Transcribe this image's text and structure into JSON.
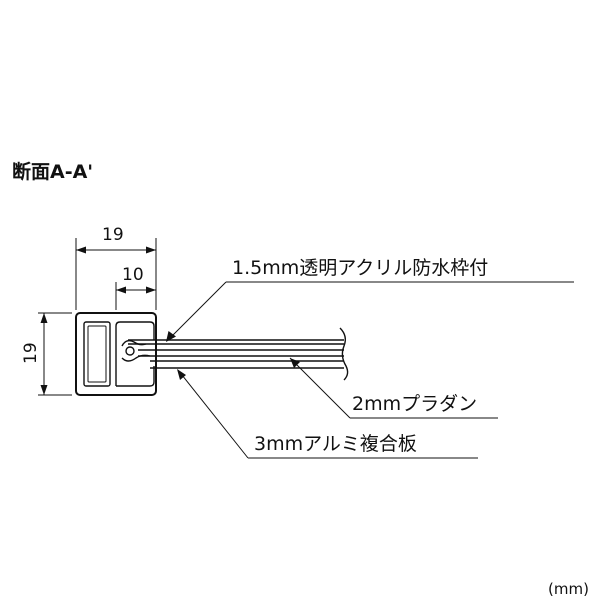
{
  "title": "断面A-A'",
  "dimensions": {
    "width_outer": "19",
    "width_inner": "10",
    "height": "19"
  },
  "callouts": {
    "acrylic": "1.5mm透明アクリル防水枠付",
    "plastic": "2mmプラダン",
    "aluminum": "3mmアルミ複合板"
  },
  "unit": "(mm)"
}
